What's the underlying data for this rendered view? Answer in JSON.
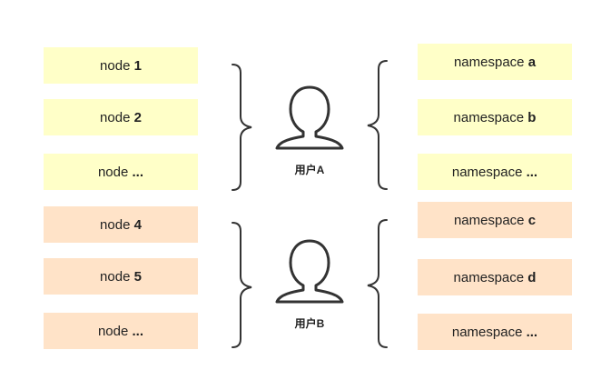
{
  "nodes": [
    {
      "prefix": "node ",
      "suffix": "1",
      "group": "a"
    },
    {
      "prefix": "node ",
      "suffix": "2",
      "group": "a"
    },
    {
      "prefix": "node ",
      "suffix": "...",
      "group": "a"
    },
    {
      "prefix": "node ",
      "suffix": "4",
      "group": "b"
    },
    {
      "prefix": "node ",
      "suffix": "5",
      "group": "b"
    },
    {
      "prefix": "node ",
      "suffix": "...",
      "group": "b"
    }
  ],
  "namespaces": [
    {
      "prefix": "namespace ",
      "suffix": "a",
      "group": "a"
    },
    {
      "prefix": "namespace ",
      "suffix": "b",
      "group": "a"
    },
    {
      "prefix": "namespace ",
      "suffix": "...",
      "group": "a"
    },
    {
      "prefix": "namespace ",
      "suffix": "c",
      "group": "b"
    },
    {
      "prefix": "namespace ",
      "suffix": "d",
      "group": "b"
    },
    {
      "prefix": "namespace ",
      "suffix": "...",
      "group": "b"
    }
  ],
  "users": [
    {
      "label": "用户A",
      "icon": "user-icon"
    },
    {
      "label": "用户B",
      "icon": "user-icon"
    }
  ],
  "colors": {
    "group_a": "#ffffc8",
    "group_b": "#ffe3c8",
    "stroke": "#333333"
  }
}
